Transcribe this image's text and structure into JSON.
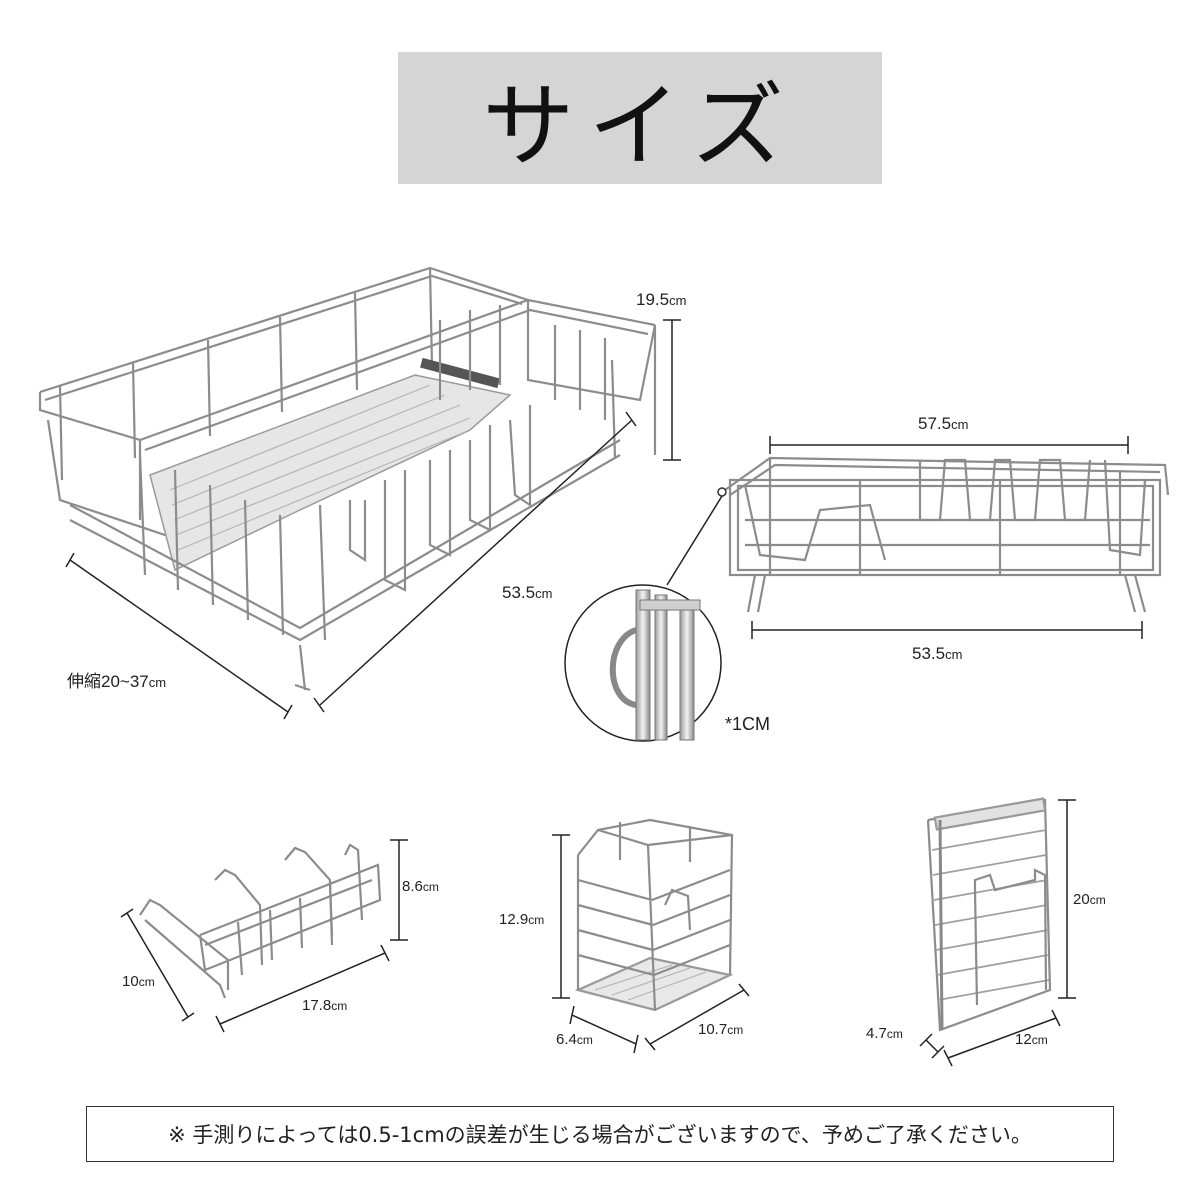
{
  "title": "サイズ",
  "main_rack": {
    "height": {
      "value": "19.5",
      "unit": "cm"
    },
    "length": {
      "value": "53.5",
      "unit": "cm"
    },
    "width": {
      "value": "伸縮20~37",
      "unit": "cm"
    }
  },
  "side_rack": {
    "top_width": {
      "value": "57.5",
      "unit": "cm"
    },
    "bottom_width": {
      "value": "53.5",
      "unit": "cm"
    },
    "zoom_label": "*1CM"
  },
  "plate_holder": {
    "height": {
      "value": "8.6",
      "unit": "cm"
    },
    "depth": {
      "value": "10",
      "unit": "cm"
    },
    "width": {
      "value": "17.8",
      "unit": "cm"
    }
  },
  "cutlery_holder": {
    "height": {
      "value": "12.9",
      "unit": "cm"
    },
    "depth": {
      "value": "6.4",
      "unit": "cm"
    },
    "width": {
      "value": "10.7",
      "unit": "cm"
    }
  },
  "board_holder": {
    "height": {
      "value": "20",
      "unit": "cm"
    },
    "depth": {
      "value": "4.7",
      "unit": "cm"
    },
    "width": {
      "value": "12",
      "unit": "cm"
    }
  },
  "note": "※ 手測りによっては0.5-1cmの誤差が生じる場合がございますので、予めご了承ください。"
}
